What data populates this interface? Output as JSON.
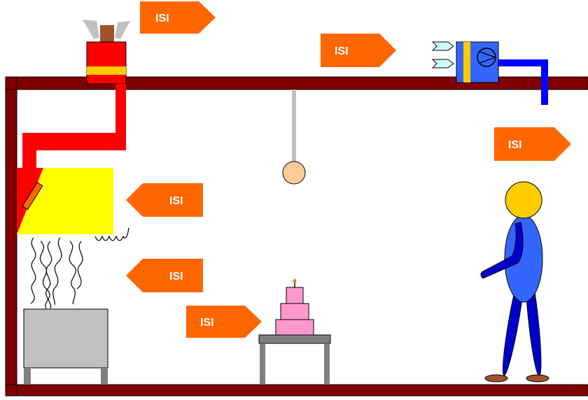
{
  "colors": {
    "frame": "#800000",
    "callout": "#ff6600",
    "duct_red": "#ff0000",
    "duct_blue": "#0000ff",
    "hood": "#ffff00",
    "person": "#3366ff",
    "head": "#ffcc00",
    "cake": "#ff99cc",
    "lamp_bulb": "#ffcc99",
    "stove": "#c0c0c0"
  },
  "callouts": [
    {
      "id": "fan-top",
      "label": "ISI",
      "direction": "right"
    },
    {
      "id": "ceiling-mid",
      "label": "ISI",
      "direction": "right"
    },
    {
      "id": "supply-right",
      "label": "ISI",
      "direction": "right"
    },
    {
      "id": "hood",
      "label": "ISI",
      "direction": "left"
    },
    {
      "id": "stove",
      "label": "ISI",
      "direction": "left"
    },
    {
      "id": "table",
      "label": "ISI",
      "direction": "right"
    }
  ],
  "icons": {
    "exhaust_fan": "exhaust-fan-icon",
    "supply_unit": "supply-fan-unit-icon",
    "lamp": "ceiling-lamp-icon",
    "cake": "cake-icon",
    "person": "person-icon"
  }
}
